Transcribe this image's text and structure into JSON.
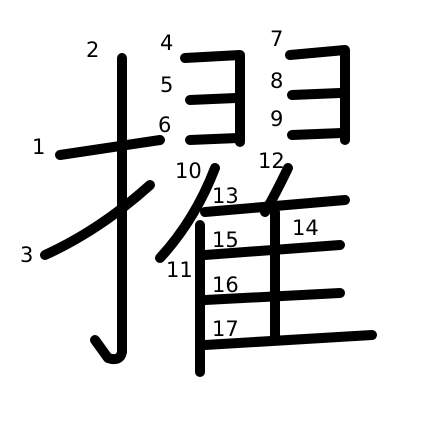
{
  "diagram": {
    "type": "kanji-stroke-order",
    "stroke_color": "#000000",
    "label_color": "#000000",
    "background": "#ffffff",
    "stroke_numbers": [
      "1",
      "2",
      "3",
      "4",
      "5",
      "6",
      "7",
      "8",
      "9",
      "10",
      "11",
      "12",
      "13",
      "14",
      "15",
      "16",
      "17"
    ]
  }
}
